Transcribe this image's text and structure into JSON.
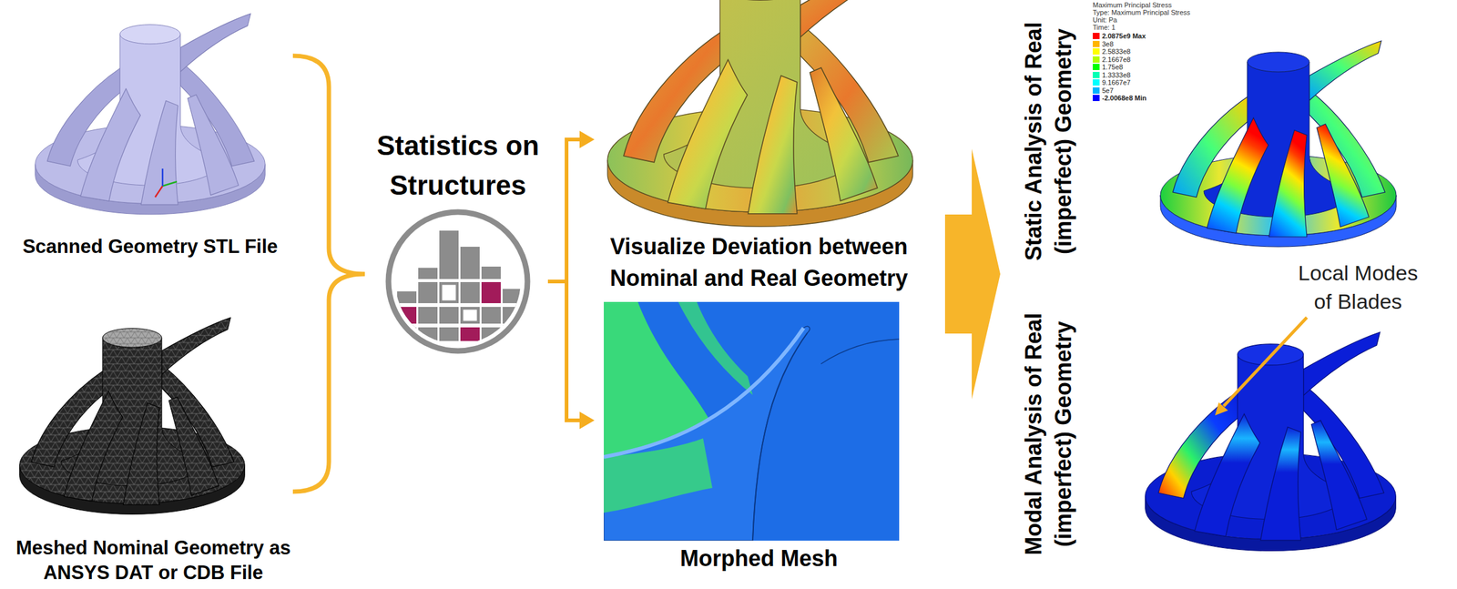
{
  "diagram": {
    "nodes": [
      {
        "text": [
          "Scanned Geometry STL File"
        ]
      },
      {
        "text": [
          "Meshed Nominal Geometry as ANSYS DAT or CDB File"
        ]
      },
      {
        "text": [
          "Statistics on Structures"
        ]
      },
      {
        "text": [
          "Visualize Deviation between Nominal and Real Geometry"
        ]
      },
      {
        "text": [
          "Morphed Mesh"
        ]
      },
      {
        "text": [
          "Static Analysis of Real (imperfect) Geometry"
        ]
      },
      {
        "text": [
          "Modal Analysis of Real (imperfect) Geometry"
        ]
      }
    ],
    "edges": [
      {
        "from": 2,
        "to": 3,
        "arrow": "to"
      },
      {
        "from": 2,
        "to": 4,
        "arrow": "to"
      }
    ],
    "labels": [
      "Maximum Principal Stress",
      "Type: Maximum Principal Stress",
      "Unit: Pa",
      "Time: 1",
      "Local Modes of Blades"
    ],
    "legend": [
      {
        "text": "2.0875e9 Max",
        "color": "#ff0000"
      },
      {
        "text": "3e8",
        "color": "#ffb400"
      },
      {
        "text": "2.5833e8",
        "color": "#ffff00"
      },
      {
        "text": "2.1667e8",
        "color": "#b4ff00"
      },
      {
        "text": "1.75e8",
        "color": "#00ff00"
      },
      {
        "text": "1.3333e8",
        "color": "#00ffb4"
      },
      {
        "text": "9.1667e7",
        "color": "#00ffff"
      },
      {
        "text": "5e7",
        "color": "#00b4ff"
      },
      {
        "text": "-2.0068e8 Min",
        "color": "#0000ff"
      }
    ]
  }
}
